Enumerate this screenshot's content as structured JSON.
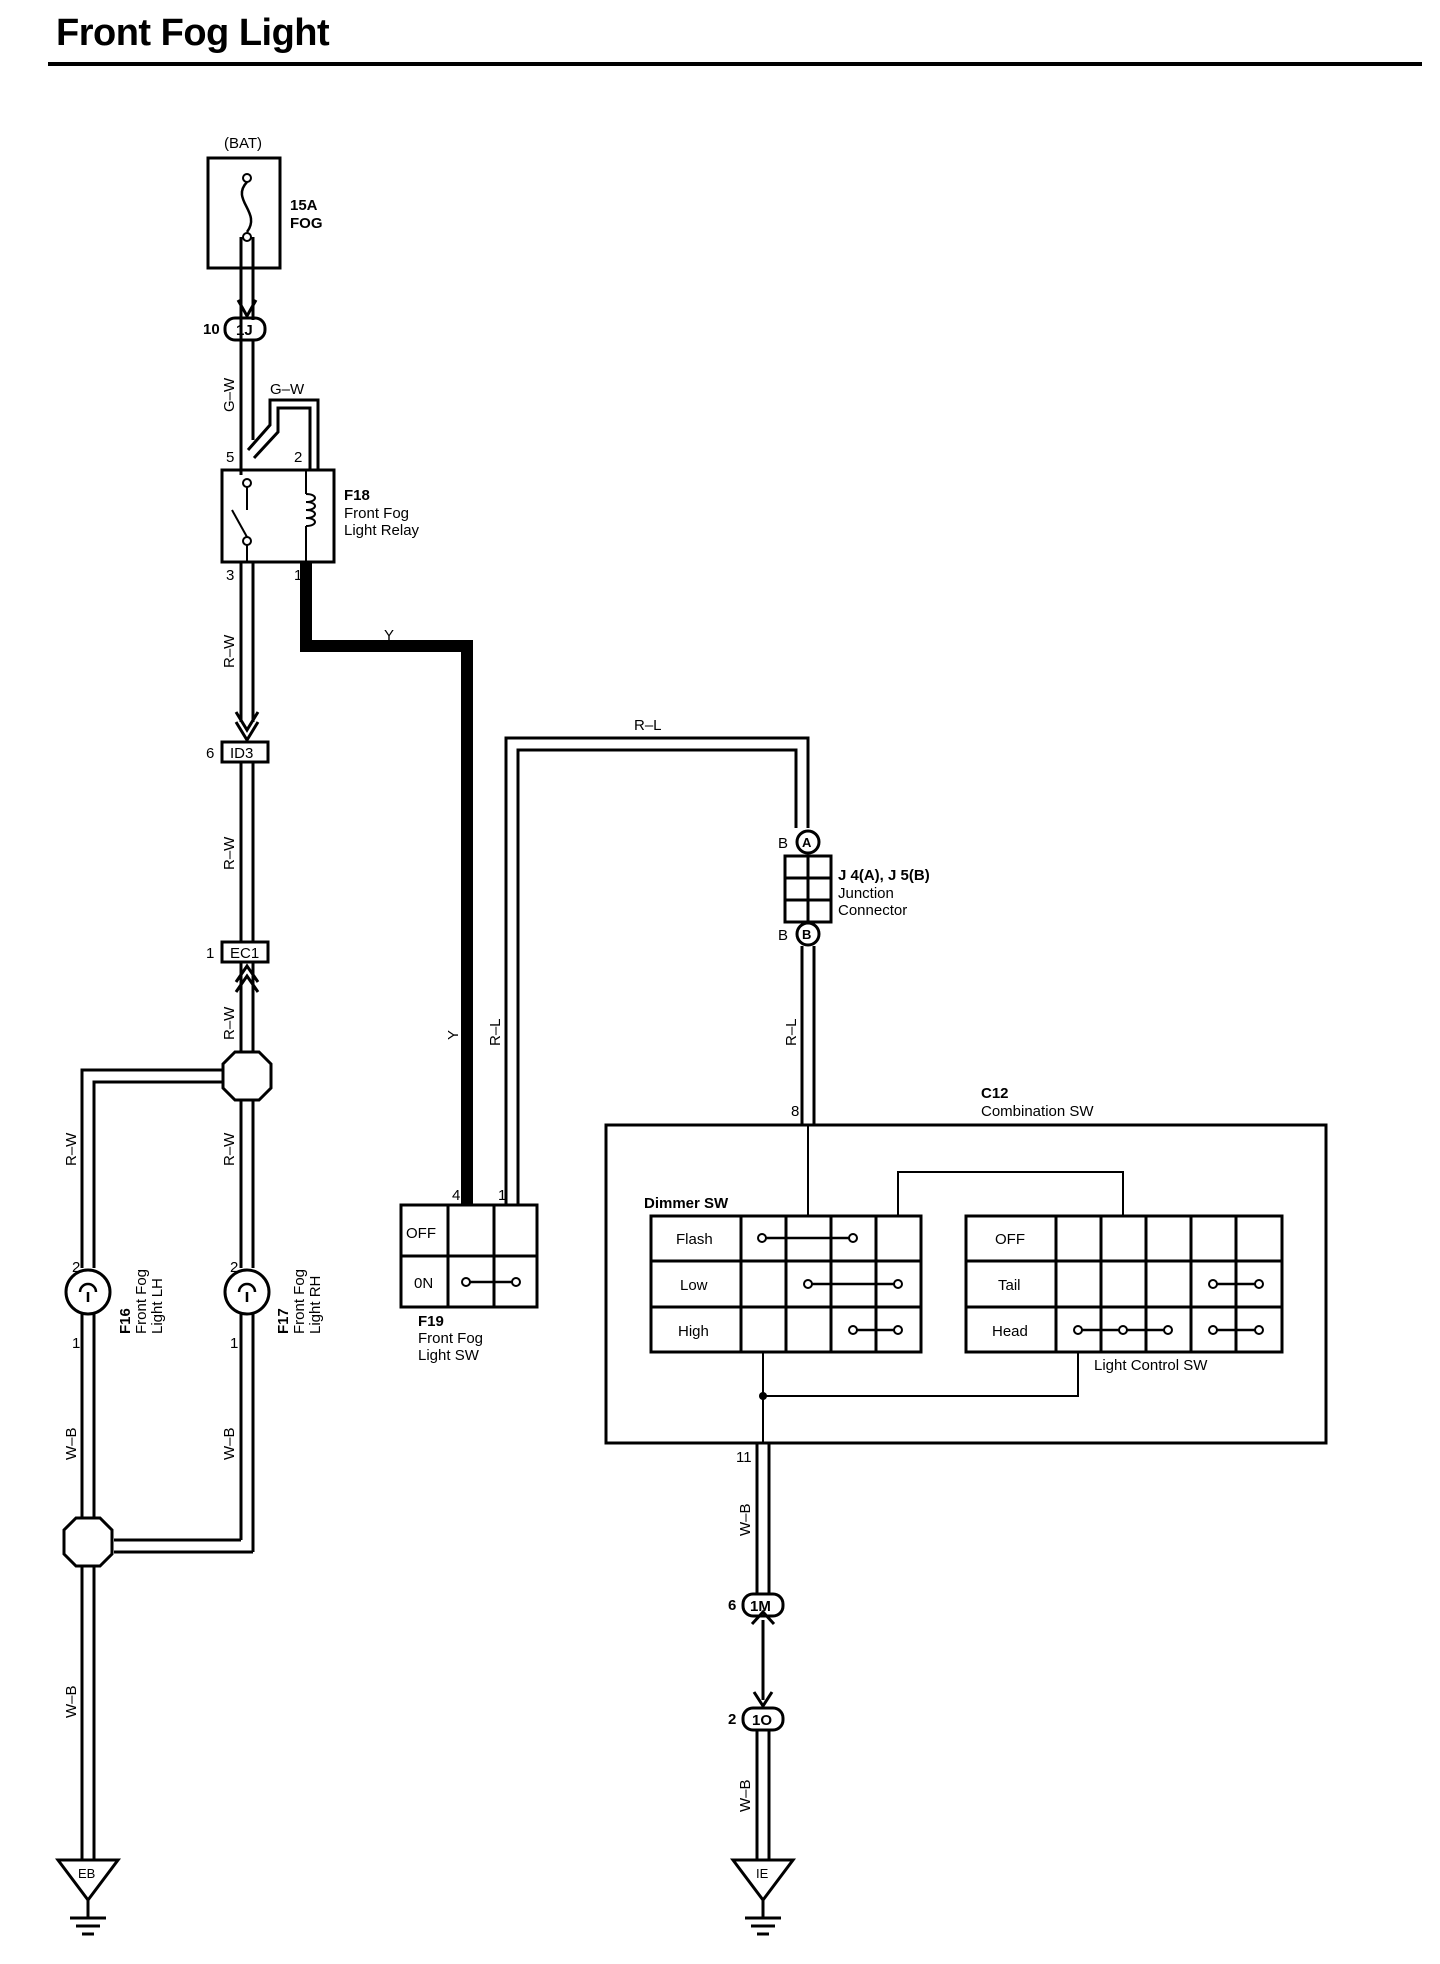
{
  "title": "Front Fog Light",
  "colors": {
    "ink": "#000000",
    "paper": "#ffffff"
  },
  "battery": {
    "label": "(BAT)",
    "fuse_rating": "15A",
    "fuse_name": "FOG"
  },
  "connectors": {
    "c1J": {
      "pin": "10",
      "code": "1J"
    },
    "id3": {
      "pin": "6",
      "code": "ID3"
    },
    "ec1": {
      "pin": "1",
      "code": "EC1"
    },
    "c1M": {
      "pin": "6",
      "code": "1M"
    },
    "c1O": {
      "pin": "2",
      "code": "1O"
    }
  },
  "relay": {
    "id": "F18",
    "name_line1": "Front Fog",
    "name_line2": "Light Relay",
    "pins": {
      "p5": "5",
      "p2": "2",
      "p3": "3",
      "p1": "1"
    }
  },
  "junction": {
    "id": "J 4(A), J 5(B)",
    "name_line1": "Junction",
    "name_line2": "Connector",
    "pin_a": "B",
    "letter_a": "A",
    "pin_b": "B",
    "letter_b": "B"
  },
  "fog_switch": {
    "id": "F19",
    "name_line1": "Front Fog",
    "name_line2": "Light SW",
    "pin_4": "4",
    "pin_1": "1",
    "off_label": "OFF",
    "on_label": "0N"
  },
  "combination_switch": {
    "id": "C12",
    "name": "Combination SW",
    "pin_top": "8",
    "pin_bottom": "11",
    "dimmer": {
      "title": "Dimmer SW",
      "rows": [
        "Flash",
        "Low",
        "High"
      ]
    },
    "light_control": {
      "title": "Light Control SW",
      "rows": [
        "OFF",
        "Tail",
        "Head"
      ]
    }
  },
  "lamps": {
    "lh": {
      "id": "F16",
      "name_line1": "Front Fog",
      "name_line2": "Light LH",
      "pin_top": "2",
      "pin_bottom": "1"
    },
    "rh": {
      "id": "F17",
      "name_line1": "Front Fog",
      "name_line2": "Light RH",
      "pin_top": "2",
      "pin_bottom": "1"
    }
  },
  "grounds": {
    "left": "EB",
    "right": "IE"
  },
  "wires": {
    "gw": "G–W",
    "rw": "R–W",
    "y": "Y",
    "rl": "R–L",
    "wb": "W–B"
  }
}
